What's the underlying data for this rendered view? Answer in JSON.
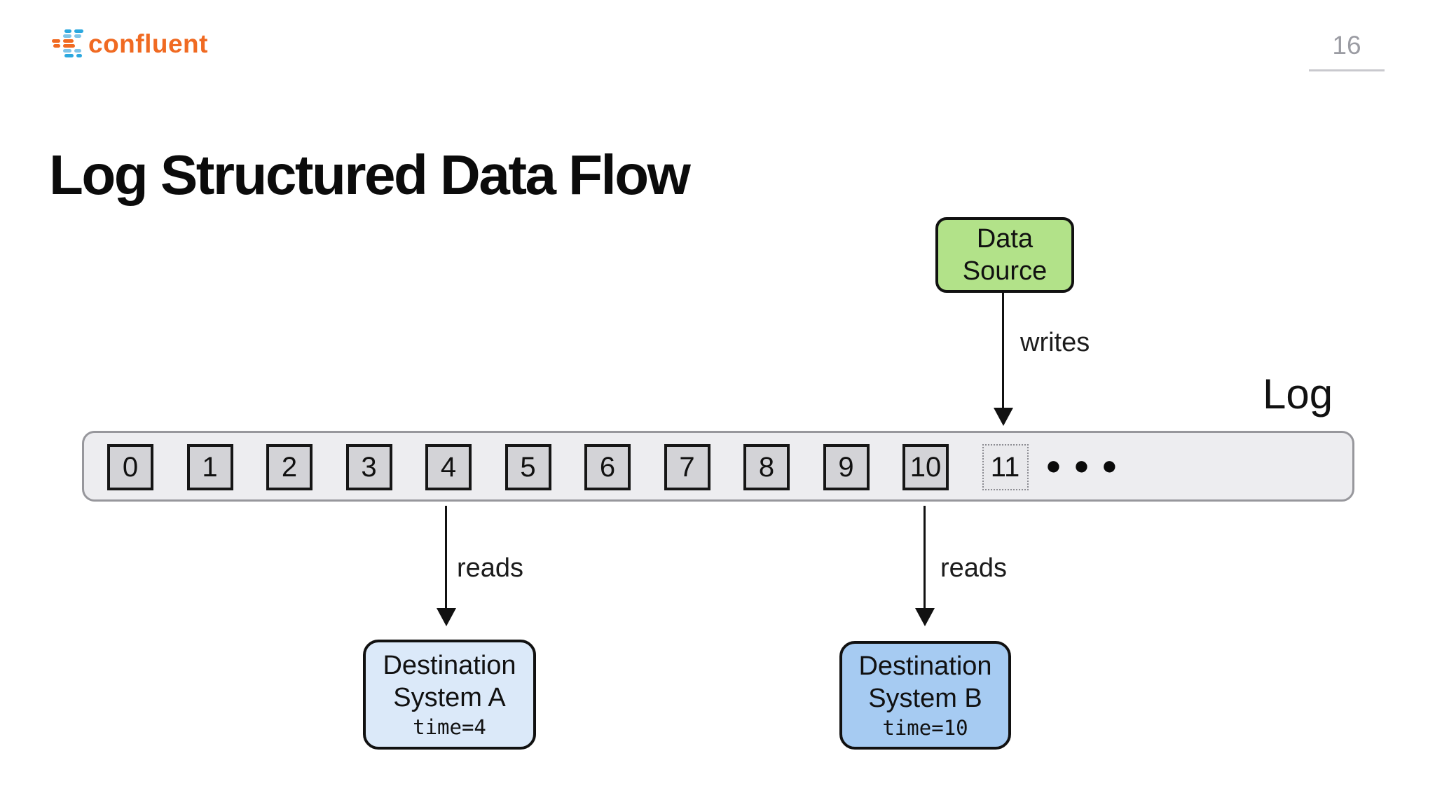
{
  "header": {
    "logo_text": "confluent",
    "page_number": "16",
    "logo_orange": "#f06a22",
    "logo_blue": "#2ba8df",
    "logo_light_blue": "#7fc4e8"
  },
  "title": "Log Structured Data Flow",
  "diagram": {
    "data_source": {
      "line1": "Data",
      "line2": "Source",
      "fill": "#b2e289"
    },
    "writes_label": "writes",
    "log_label": "Log",
    "log": {
      "cells": [
        {
          "label": "0",
          "state": "committed"
        },
        {
          "label": "1",
          "state": "committed"
        },
        {
          "label": "2",
          "state": "committed"
        },
        {
          "label": "3",
          "state": "committed"
        },
        {
          "label": "4",
          "state": "committed"
        },
        {
          "label": "5",
          "state": "committed"
        },
        {
          "label": "6",
          "state": "committed"
        },
        {
          "label": "7",
          "state": "committed"
        },
        {
          "label": "8",
          "state": "committed"
        },
        {
          "label": "9",
          "state": "committed"
        },
        {
          "label": "10",
          "state": "committed"
        },
        {
          "label": "11",
          "state": "pending"
        }
      ],
      "ellipsis": "●●●",
      "bar_fill": "#ededf0",
      "cell_fill": "#d3d3d7"
    },
    "reads_label_a": "reads",
    "reads_label_b": "reads",
    "destination_a": {
      "line1": "Destination",
      "line2": "System A",
      "time": "time=4",
      "fill": "#dbe9f9"
    },
    "destination_b": {
      "line1": "Destination",
      "line2": "System B",
      "time": "time=10",
      "fill": "#a6cbf2"
    }
  }
}
